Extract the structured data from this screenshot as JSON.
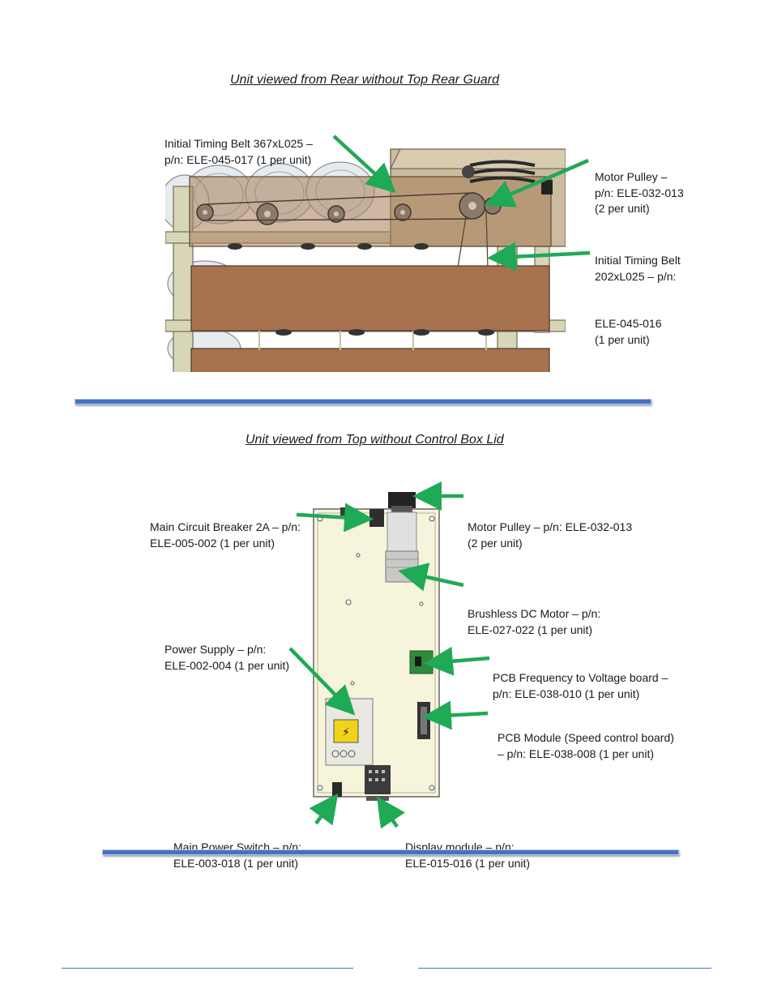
{
  "rear_view": {
    "heading": "Unit viewed from Rear without Top Rear Guard",
    "labels": [
      {
        "key": "belt367",
        "lines": [
          "Initial Timing Belt 367xL025 –",
          "p/n: ELE-045-017 (1 per unit)"
        ]
      },
      {
        "key": "motor_pulley",
        "lines": [
          "Motor Pulley –",
          "p/n: ELE-032-013",
          "(2 per unit)"
        ]
      },
      {
        "key": "belt202",
        "lines": [
          "Initial Timing Belt",
          "202xL025 – p/n:",
          "ELE-045-016",
          "(1 per unit)"
        ]
      }
    ]
  },
  "top_view": {
    "heading": "Unit viewed from Top without Control Box Lid",
    "labels": [
      {
        "key": "breaker",
        "lines": [
          "Main Circuit Breaker 2A – p/n:",
          "ELE-005-002 (1 per unit)"
        ]
      },
      {
        "key": "motor_pulley",
        "lines": [
          "Motor Pulley – p/n: ELE-032-013",
          "(2 per unit)"
        ]
      },
      {
        "key": "dc_motor",
        "lines": [
          "Brushless DC Motor – p/n:",
          "ELE-027-022 (1 per unit)"
        ]
      },
      {
        "key": "power_supply",
        "lines": [
          "Power Supply – p/n:",
          "ELE-002-004 (1 per unit)"
        ]
      },
      {
        "key": "pcb_freq",
        "lines": [
          "PCB Frequency to Voltage board –",
          "p/n: ELE-038-010 (1 per unit)"
        ]
      },
      {
        "key": "pcb_module",
        "lines": [
          "PCB Module (Speed control board)",
          "– p/n: ELE-038-008 (1 per unit)"
        ]
      },
      {
        "key": "power_switch",
        "lines": [
          "Main Power Switch – p/n:",
          "ELE-003-018 (1 per unit)"
        ]
      },
      {
        "key": "display",
        "lines": [
          "Display module – p/n:",
          "ELE-015-016 (1 per unit)"
        ]
      }
    ]
  },
  "colors": {
    "arrow": "#1faa55",
    "rule": "#4472c4",
    "frame": "#d8d6b8",
    "guard": "#a8724e",
    "panel": "#f7f4dc"
  }
}
